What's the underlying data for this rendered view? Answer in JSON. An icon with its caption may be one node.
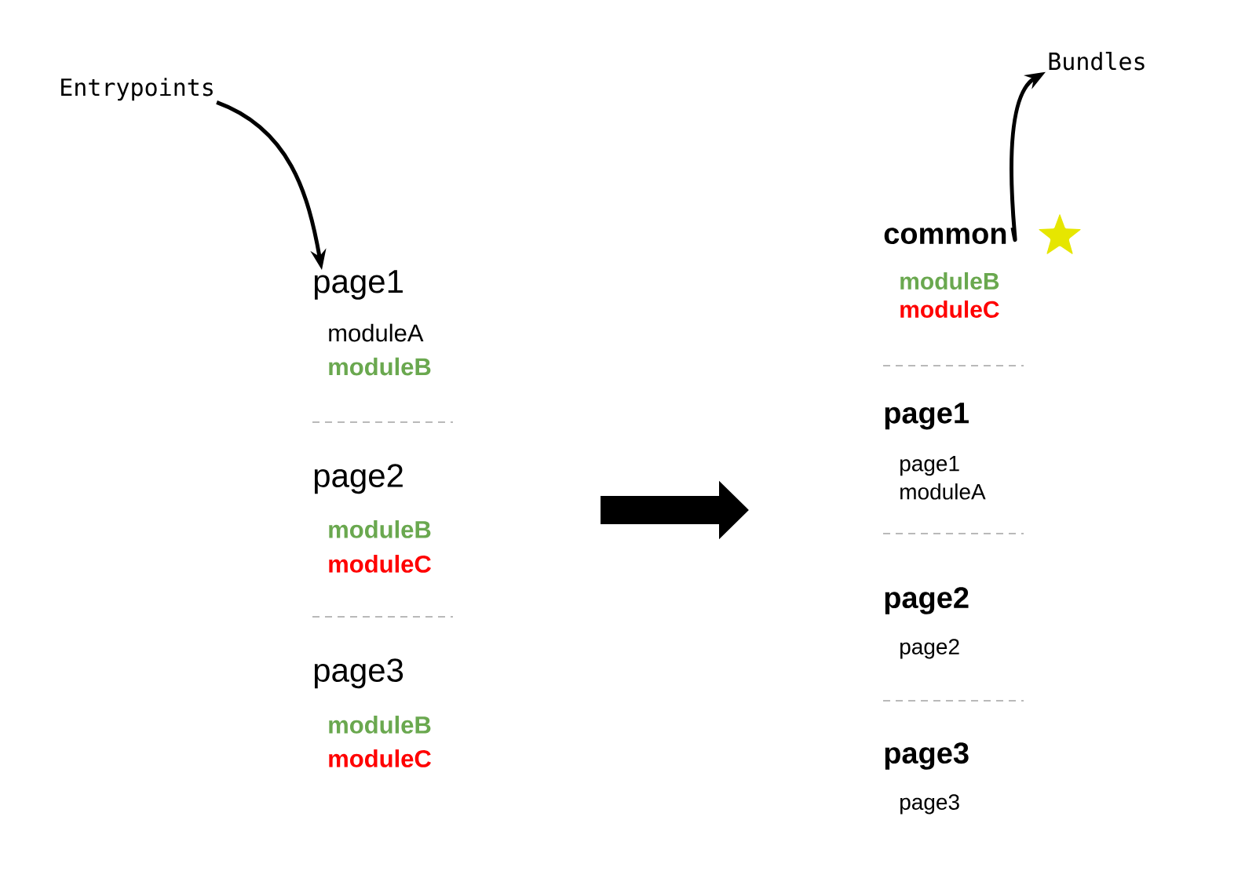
{
  "diagram": {
    "nodes": [
      {
        "text": [
          "Entrypoints"
        ]
      },
      {
        "text": [
          "page1",
          "moduleA",
          "moduleB"
        ]
      },
      {
        "text": [
          "page2",
          "moduleB",
          "moduleC"
        ]
      },
      {
        "text": [
          "page3",
          "moduleB",
          "moduleC"
        ]
      },
      {
        "text": [
          "common",
          "moduleB",
          "moduleC"
        ]
      },
      {
        "text": [
          "page1",
          "page1",
          "moduleA"
        ]
      },
      {
        "text": [
          "page2",
          "page2"
        ]
      },
      {
        "text": [
          "page3",
          "page3"
        ]
      },
      {
        "text": [
          "Bundles"
        ]
      }
    ],
    "edges": [
      {
        "from": 0,
        "to": 1,
        "arrow": "to"
      },
      {
        "from": 4,
        "to": 8,
        "arrow": "to"
      }
    ]
  }
}
